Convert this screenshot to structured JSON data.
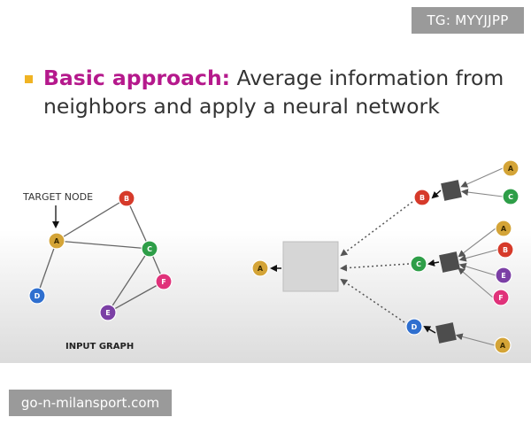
{
  "watermark_top": "TG: MYYJJPP",
  "watermark_bottom": "go-n-milansport.com",
  "headline": {
    "label": "Basic approach:",
    "text": " Average information from neighbors and apply a neural network"
  },
  "input_graph": {
    "caption": "INPUT GRAPH",
    "target_label": "TARGET NODE",
    "nodes": [
      {
        "id": "A",
        "color": "#d4a437"
      },
      {
        "id": "B",
        "color": "#d63a2a"
      },
      {
        "id": "C",
        "color": "#2e9e48"
      },
      {
        "id": "D",
        "color": "#2f6fcf"
      },
      {
        "id": "E",
        "color": "#7b3fa5"
      },
      {
        "id": "F",
        "color": "#e0327a"
      }
    ],
    "edges": [
      [
        "A",
        "B"
      ],
      [
        "A",
        "C"
      ],
      [
        "B",
        "C"
      ],
      [
        "A",
        "D"
      ],
      [
        "C",
        "E"
      ],
      [
        "C",
        "F"
      ],
      [
        "E",
        "F"
      ]
    ]
  },
  "computation_graph": {
    "root": "A",
    "layer1": [
      {
        "id": "B",
        "children": [
          "A",
          "C"
        ]
      },
      {
        "id": "C",
        "children": [
          "A",
          "B",
          "E",
          "F"
        ]
      },
      {
        "id": "D",
        "children": [
          "A"
        ]
      }
    ]
  }
}
